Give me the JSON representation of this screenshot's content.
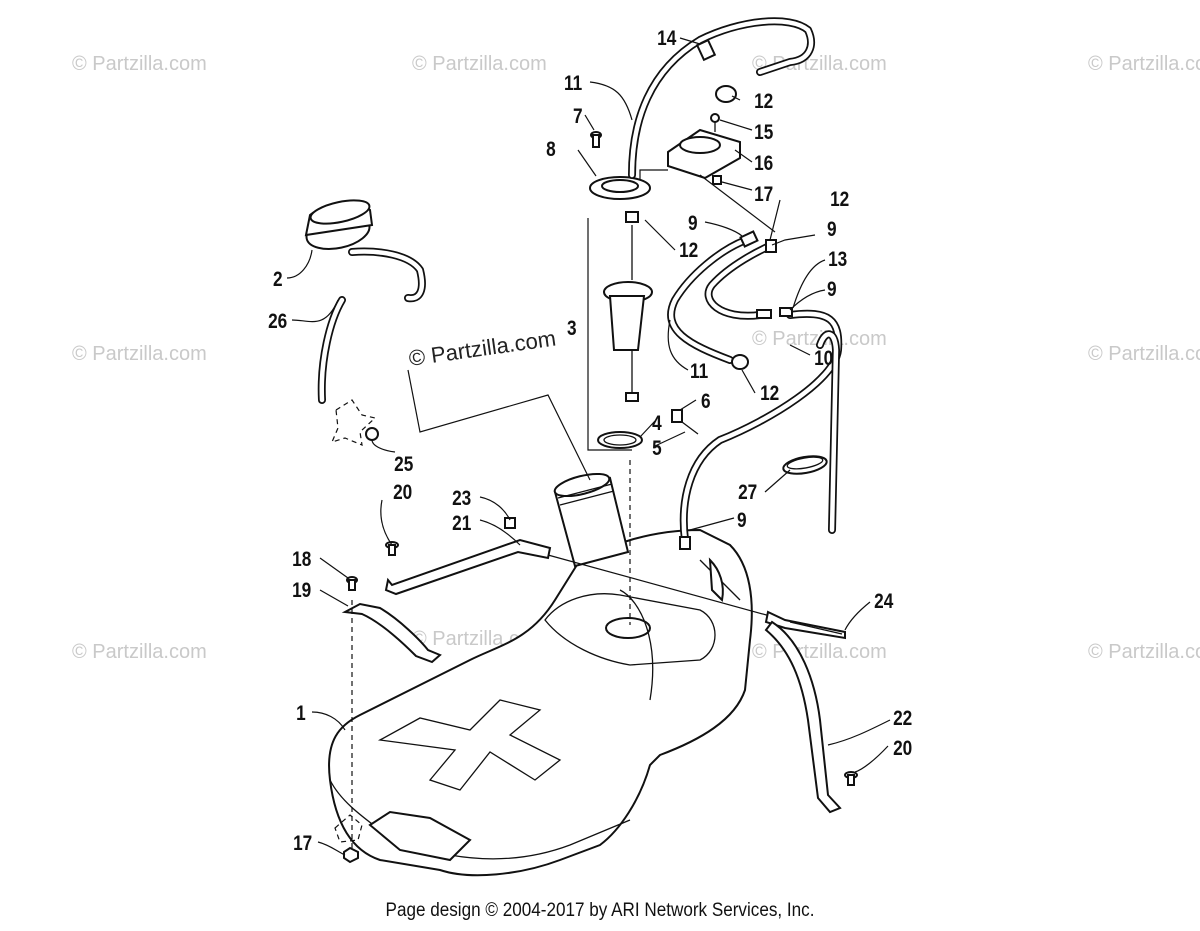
{
  "watermarks": {
    "text": "© Partzilla.com",
    "center_text": "© Partzilla.com"
  },
  "callouts": [
    {
      "id": "c14",
      "label": "14"
    },
    {
      "id": "c11a",
      "label": "11"
    },
    {
      "id": "c12a",
      "label": "12"
    },
    {
      "id": "c7",
      "label": "7"
    },
    {
      "id": "c15",
      "label": "15"
    },
    {
      "id": "c8",
      "label": "8"
    },
    {
      "id": "c16",
      "label": "16"
    },
    {
      "id": "c17a",
      "label": "17"
    },
    {
      "id": "c12b",
      "label": "12"
    },
    {
      "id": "c9a",
      "label": "9"
    },
    {
      "id": "c12c",
      "label": "12"
    },
    {
      "id": "c9b",
      "label": "9"
    },
    {
      "id": "c2",
      "label": "2"
    },
    {
      "id": "c13",
      "label": "13"
    },
    {
      "id": "c9c",
      "label": "9"
    },
    {
      "id": "c26",
      "label": "26"
    },
    {
      "id": "c3",
      "label": "3"
    },
    {
      "id": "c10",
      "label": "10"
    },
    {
      "id": "c11b",
      "label": "11"
    },
    {
      "id": "c12d",
      "label": "12"
    },
    {
      "id": "c6",
      "label": "6"
    },
    {
      "id": "c4",
      "label": "4"
    },
    {
      "id": "c5",
      "label": "5"
    },
    {
      "id": "c25",
      "label": "25"
    },
    {
      "id": "c20a",
      "label": "20"
    },
    {
      "id": "c23",
      "label": "23"
    },
    {
      "id": "c27",
      "label": "27"
    },
    {
      "id": "c21",
      "label": "21"
    },
    {
      "id": "c9d",
      "label": "9"
    },
    {
      "id": "c18",
      "label": "18"
    },
    {
      "id": "c19",
      "label": "19"
    },
    {
      "id": "c24",
      "label": "24"
    },
    {
      "id": "c1",
      "label": "1"
    },
    {
      "id": "c22",
      "label": "22"
    },
    {
      "id": "c20b",
      "label": "20"
    },
    {
      "id": "c17b",
      "label": "17"
    }
  ],
  "footer": "Page design © 2004-2017 by ARI Network Services, Inc."
}
